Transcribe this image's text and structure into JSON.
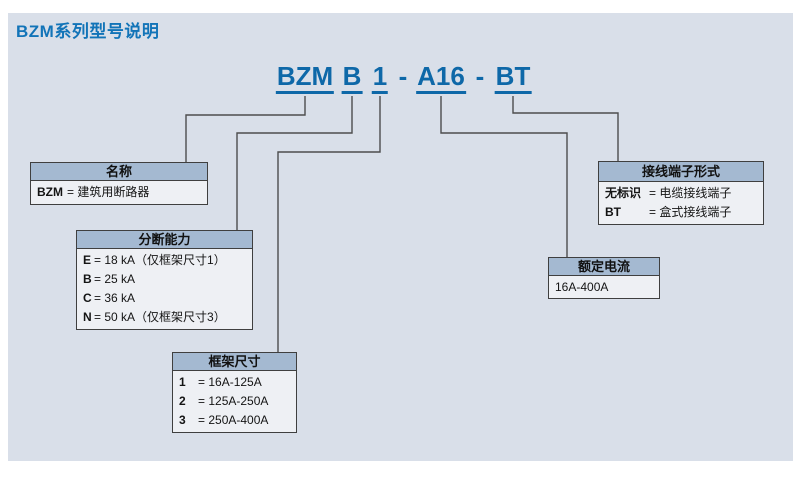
{
  "colors": {
    "title_blue": "#1274b8",
    "model_blue": "#0e68a8",
    "panel_bg": "#d9dfe9",
    "box_header_fill": "#a4b9d1",
    "box_body_fill": "#eef0f4",
    "box_border": "#3f3f3f",
    "connector": "#4d4d4d"
  },
  "page": {
    "title": "BZM系列型号说明"
  },
  "model": {
    "parts": [
      {
        "text": "BZM"
      },
      {
        "text": "B"
      },
      {
        "text": "1"
      },
      {
        "text": "-"
      },
      {
        "text": "A16"
      },
      {
        "text": "-"
      },
      {
        "text": "BT"
      }
    ]
  },
  "boxes": {
    "name": {
      "header": "名称",
      "rows": [
        {
          "code": "BZM",
          "desc": "= 建筑用断路器"
        }
      ]
    },
    "breaking_capacity": {
      "header": "分断能力",
      "rows": [
        {
          "code": "E",
          "desc": "= 18 kA（仅框架尺寸1）"
        },
        {
          "code": "B",
          "desc": "= 25 kA"
        },
        {
          "code": "C",
          "desc": "= 36 kA"
        },
        {
          "code": "N",
          "desc": "= 50 kA（仅框架尺寸3）"
        }
      ]
    },
    "frame_size": {
      "header": "框架尺寸",
      "rows": [
        {
          "code": "1",
          "desc": "= 16A-125A"
        },
        {
          "code": "2",
          "desc": "= 125A-250A"
        },
        {
          "code": "3",
          "desc": "= 250A-400A"
        }
      ]
    },
    "rated_current": {
      "header": "额定电流",
      "rows": [
        {
          "desc": "16A-400A"
        }
      ]
    },
    "terminal_type": {
      "header": "接线端子形式",
      "rows": [
        {
          "code": "无标识",
          "desc": "= 电缆接线端子"
        },
        {
          "code": "BT",
          "desc": "= 盒式接线端子"
        }
      ]
    }
  }
}
